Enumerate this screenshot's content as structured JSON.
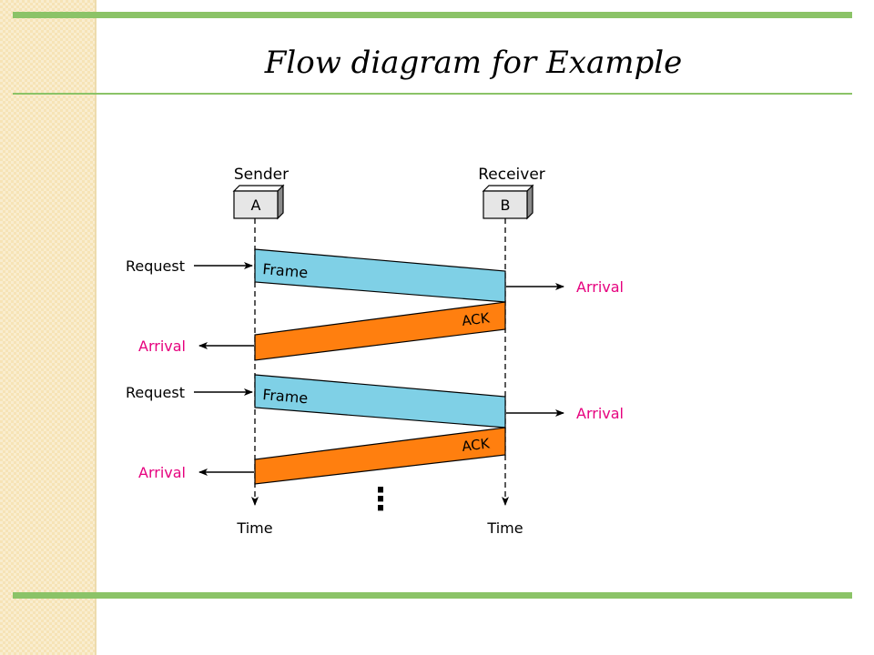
{
  "title": "Flow diagram for Example",
  "sender": {
    "role": "Sender",
    "name": "A"
  },
  "receiver": {
    "role": "Receiver",
    "name": "B"
  },
  "messages": [
    {
      "request_label": "Request",
      "frame_label": "Frame",
      "receiver_arrival_label": "Arrival",
      "ack_label": "ACK",
      "sender_arrival_label": "Arrival"
    },
    {
      "request_label": "Request",
      "frame_label": "Frame",
      "receiver_arrival_label": "Arrival",
      "ack_label": "ACK",
      "sender_arrival_label": "Arrival"
    }
  ],
  "continuation": "⋮",
  "time_label_sender": "Time",
  "time_label_receiver": "Time",
  "colors": {
    "frame_fill": "#7fd0e6",
    "ack_fill": "#ff7f0f",
    "arrival_text": "#e6007e",
    "accent_bar": "#8bc367",
    "side_panel": "#f6e3b6",
    "node_fill": "#e6e6e6"
  }
}
